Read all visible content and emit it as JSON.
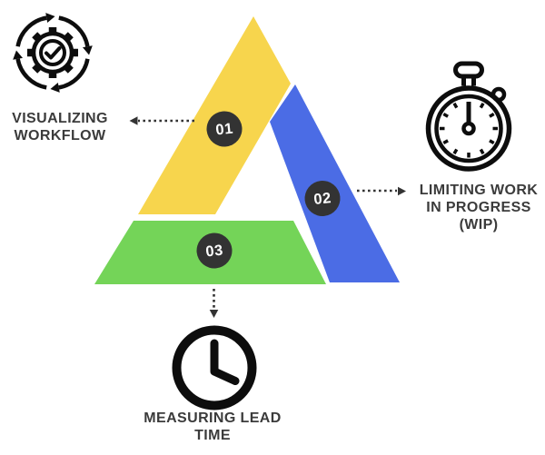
{
  "diagram": {
    "type": "triangle-infographic",
    "steps": [
      {
        "number": "01",
        "label": "VISUALIZING WORKFLOW",
        "label_lines": [
          "VISUALIZING",
          "WORKFLOW"
        ],
        "segment_color": "#F7D54D",
        "icon": "gear-sync-icon",
        "connector": "dotted-arrow-left"
      },
      {
        "number": "02",
        "label": "LIMITING WORK IN PROGRESS (WIP)",
        "label_lines": [
          "LIMITING WORK",
          "IN PROGRESS",
          "(WIP)"
        ],
        "segment_color": "#4B6CE5",
        "icon": "stopwatch-icon",
        "connector": "dotted-arrow-right"
      },
      {
        "number": "03",
        "label": "MEASURING LEAD TIME",
        "label_lines": [
          "MEASURING LEAD",
          "TIME"
        ],
        "segment_color": "#74D458",
        "icon": "clock-icon",
        "connector": "dotted-arrow-down"
      }
    ],
    "colors": {
      "yellow": "#F7D54D",
      "blue": "#4B6CE5",
      "green": "#74D458",
      "circle": "#333333",
      "text": "#3B3B3B",
      "icon": "#0D0D0D",
      "background": "#FFFFFF"
    }
  }
}
